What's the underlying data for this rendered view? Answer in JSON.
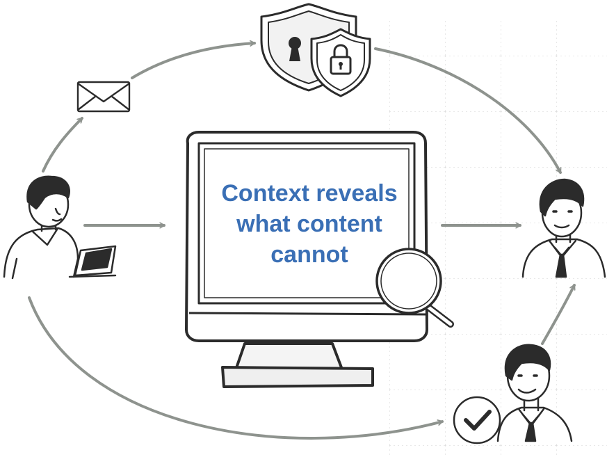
{
  "caption": {
    "lines": [
      "Context reveals",
      "what content",
      "cannot"
    ]
  },
  "icons": {
    "email": "envelope-icon",
    "security": "shield-lock-icon",
    "magnifier": "magnifying-glass-icon",
    "approval": "checkmark-icon"
  },
  "colors": {
    "caption_text": "#3a6fb5",
    "arrows": "#8e938e",
    "outlines": "#2b2b2b",
    "grid_dots": "#c9c9c9"
  }
}
